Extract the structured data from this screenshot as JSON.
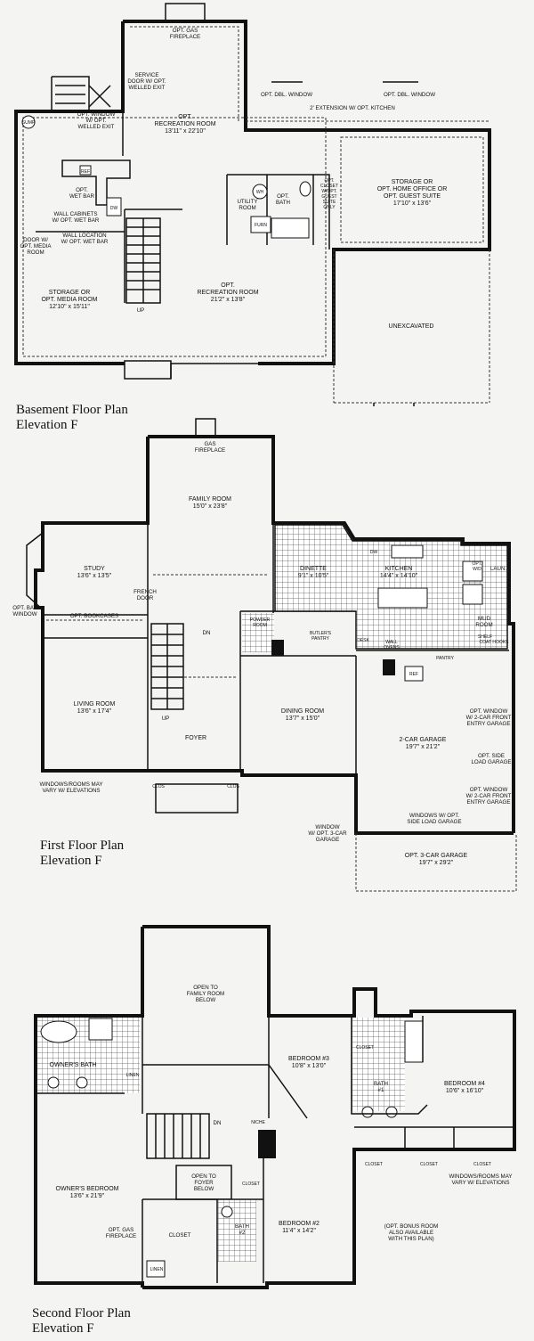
{
  "titles": {
    "basement": [
      "Basement Floor Plan",
      "Elevation F"
    ],
    "first": [
      "First Floor Plan",
      "Elevation F"
    ],
    "second": [
      "Second Floor Plan",
      "Elevation F"
    ]
  },
  "basement": {
    "gas_fireplace": [
      "OPT. GAS",
      "FIREPLACE"
    ],
    "service_door": [
      "SERVICE",
      "DOOR W/ OPT.",
      "WELLED EXIT"
    ],
    "dbl_window_1": "OPT. DBL. WINDOW",
    "dbl_window_2": "OPT. DBL. WINDOW",
    "extension": "2' EXTENSION W/ OPT. KITCHEN",
    "sump": "SUMP",
    "opt_window": [
      "OPT. WINDOW",
      "W/ OPT.",
      "WELLED EXIT"
    ],
    "rec_room_1": [
      "OPT.",
      "RECREATION ROOM",
      "13'11\" x 22'10\""
    ],
    "ref": "REF",
    "wet_bar": [
      "OPT.",
      "WET BAR"
    ],
    "dw": "DW",
    "wall_cabinets": [
      "WALL CABINETS",
      "W/ OPT. WET BAR"
    ],
    "wall_location": [
      "WALL LOCATION",
      "W/ OPT. WET BAR"
    ],
    "door_media": [
      "DOOR W/",
      "OPT. MEDIA",
      "ROOM"
    ],
    "wh": "WH",
    "utility": [
      "UTILITY",
      "ROOM"
    ],
    "furn": "FURN",
    "opt_bath": [
      "OPT.",
      "BATH"
    ],
    "opt_closet": [
      "OPT.",
      "CLOSET",
      "W/OPT.",
      "GUEST",
      "SUITE",
      "ONLY"
    ],
    "storage_office": [
      "STORAGE OR",
      "OPT. HOME OFFICE OR",
      "OPT. GUEST SUITE",
      "17'10\" x 13'6\""
    ],
    "storage_media": [
      "STORAGE OR",
      "OPT. MEDIA ROOM",
      "12'10\" x 15'11\""
    ],
    "up": "UP",
    "rec_room_2": [
      "OPT.",
      "RECREATION ROOM",
      "21'2\" x 13'8\""
    ],
    "unexcavated": "UNEXCAVATED"
  },
  "first": {
    "gas_fireplace": [
      "GAS",
      "FIREPLACE"
    ],
    "family_room": [
      "FAMILY ROOM",
      "15'0\" x 23'8\""
    ],
    "study": [
      "STUDY",
      "13'6\" x 13'5\""
    ],
    "bay_window": [
      "OPT. BAY",
      "WINDOW"
    ],
    "bookcases": "OPT. BOOKCASES",
    "french_door": [
      "FRENCH",
      "DOOR"
    ],
    "dinette": [
      "DINETTE",
      "9'1\" x 10'5\""
    ],
    "kitchen": [
      "KITCHEN",
      "14'4\" x 14'10\""
    ],
    "dw": "DW",
    "opt_wd": [
      "OPT.",
      "W/D"
    ],
    "laun": "LAUN.",
    "mud_room": [
      "MUD",
      "ROOM"
    ],
    "shelf": "SHELF",
    "coat_hooks": "COAT HOOKS",
    "powder_room": [
      "POWDER",
      "ROOM"
    ],
    "butlers_pantry": [
      "BUTLER'S",
      "PANTRY"
    ],
    "desk": "DESK",
    "wall_ovens": [
      "WALL",
      "OVENS"
    ],
    "ref": "REF",
    "pantry": "PANTRY",
    "dn": "DN",
    "up": "UP",
    "living_room": [
      "LIVING ROOM",
      "13'6\" x 17'4\""
    ],
    "dining_room": [
      "DINING ROOM",
      "13'7\" x 15'0\""
    ],
    "foyer": "FOYER",
    "clos_1": "CLOS",
    "clos_2": "CLOS",
    "windows_rooms": [
      "WINDOWS/ROOMS MAY",
      "VARY W/ ELEVATIONS"
    ],
    "garage_window_1": [
      "OPT. WINDOW",
      "W/ 2-CAR FRONT",
      "ENTRY GARAGE"
    ],
    "garage_2car": [
      "2-CAR GARAGE",
      "19'7\" x 21'2\""
    ],
    "side_load": [
      "OPT. SIDE",
      "LOAD GARAGE"
    ],
    "garage_window_2": [
      "OPT. WINDOW",
      "W/ 2-CAR FRONT",
      "ENTRY GARAGE"
    ],
    "windows_side_load": [
      "WINDOWS W/ OPT.",
      "SIDE LOAD GARAGE"
    ],
    "window_3car": [
      "WINDOW",
      "W/ OPT. 3-CAR",
      "GARAGE"
    ],
    "garage_3car": [
      "OPT. 3-CAR GARAGE",
      "19'7\" x 29'2\""
    ]
  },
  "second": {
    "open_family": [
      "OPEN TO",
      "FAMILY ROOM",
      "BELOW"
    ],
    "owners_bath": "OWNER'S BATH",
    "linen_1": "LINEN",
    "bedroom3": [
      "BEDROOM #3",
      "10'8\" x 13'0\""
    ],
    "closet_b3": "CLOSET",
    "bath1": [
      "BATH",
      "#1"
    ],
    "bedroom4": [
      "BEDROOM #4",
      "10'6\" x 16'10\""
    ],
    "dn": "DN",
    "niche": "NICHE",
    "owners_bedroom": [
      "OWNER'S BEDROOM",
      "13'6\" x 21'9\""
    ],
    "open_foyer": [
      "OPEN TO",
      "FOYER",
      "BELOW"
    ],
    "closet_hall": "CLOSET",
    "closet_a": "CLOSET",
    "closet_b": "CLOSET",
    "closet_c": "CLOSET",
    "windows_rooms": [
      "WINDOWS/ROOMS MAY",
      "VARY W/ ELEVATIONS"
    ],
    "gas_fireplace": [
      "OPT. GAS",
      "FIREPLACE"
    ],
    "closet_owner": "CLOSET",
    "bath2": [
      "BATH",
      "#2"
    ],
    "bedroom2": [
      "BEDROOM #2",
      "11'4\" x 14'2\""
    ],
    "bonus_room": [
      "(OPT. BONUS ROOM",
      "ALSO AVAILABLE",
      "WITH THIS PLAN)"
    ],
    "linen_2": "LINEN"
  }
}
